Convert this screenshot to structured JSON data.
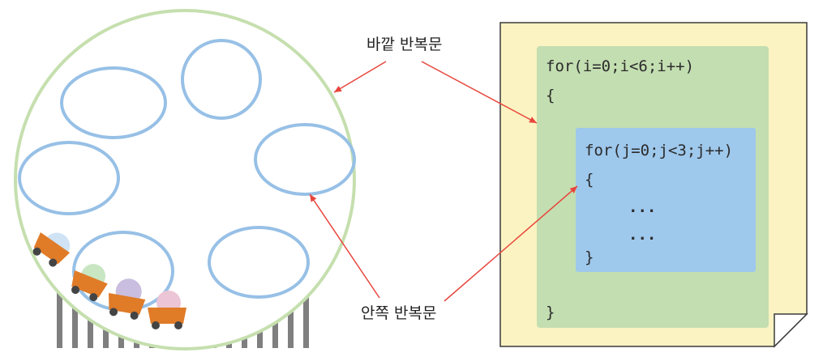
{
  "labels": {
    "outer_loop": "바깥 반복문",
    "inner_loop": "안쪽 반복문"
  },
  "code": {
    "outer_for": "for(i=0;i<6;i++)",
    "outer_open": "{",
    "inner_for": "for(j=0;j<3;j++)",
    "inner_open": "{",
    "inner_dots_1": "...",
    "inner_dots_2": "...",
    "inner_close": "}",
    "outer_close": "}"
  },
  "colors": {
    "wheel_ring": "#c5dfae",
    "gondola_ring": "#97c0e6",
    "page": "#fbf3c2",
    "outer_block": "#c3deb1",
    "inner_block": "#9ec8ec",
    "arrow": "#e8453c",
    "cart": "#e07b28",
    "pillar": "#808080"
  },
  "icons": {
    "page": "folded-page-icon",
    "coaster": "roller-coaster-cart-icon"
  }
}
